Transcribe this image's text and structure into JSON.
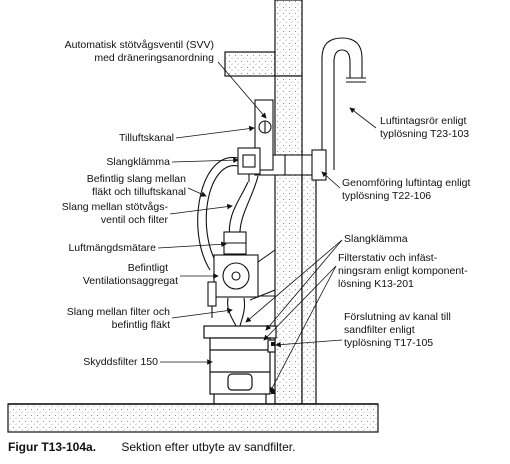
{
  "labels": {
    "svv_line1": "Automatisk stötvågsventil (SVV)",
    "svv_line2": "med dräneringsanordning",
    "tilluftskanal": "Tilluftskanal",
    "slangklamma_left": "Slangklämma",
    "befintlig_slang_line1": "Befintlig slang mellan",
    "befintlig_slang_line2": "fläkt och tilluftskanal",
    "slang_svv_line1": "Slang mellan stötvågs-",
    "slang_svv_line2": "ventil och filter",
    "luftmangdsmatare": "Luftmängdsmätare",
    "ventilationsaggregat_line1": "Befintligt",
    "ventilationsaggregat_line2": "Ventilationsaggregat",
    "slang_filter_line1": "Slang mellan filter och",
    "slang_filter_line2": "befintlig fläkt",
    "skyddsfilter": "Skyddsfilter 150",
    "luftintag_line1": "Luftintagsrör enligt",
    "luftintag_line2": "typlösning T23-103",
    "genomforing_line1": "Genomföring luftintag enligt",
    "genomforing_line2": "typlösning T22-106",
    "slangklamma_right": "Slangklämma",
    "filterstativ_line1": "Filterstativ och infäst-",
    "filterstativ_line2": "ningsram enligt komponent-",
    "filterstativ_line3": "lösning K13-201",
    "forslutning_line1": "Förslutning av kanal till",
    "forslutning_line2": "sandfilter enligt",
    "forslutning_line3": "typlösning T17-105"
  },
  "caption": {
    "number": "Figur T13-104a.",
    "text": "Sektion efter utbyte av sandfilter."
  }
}
